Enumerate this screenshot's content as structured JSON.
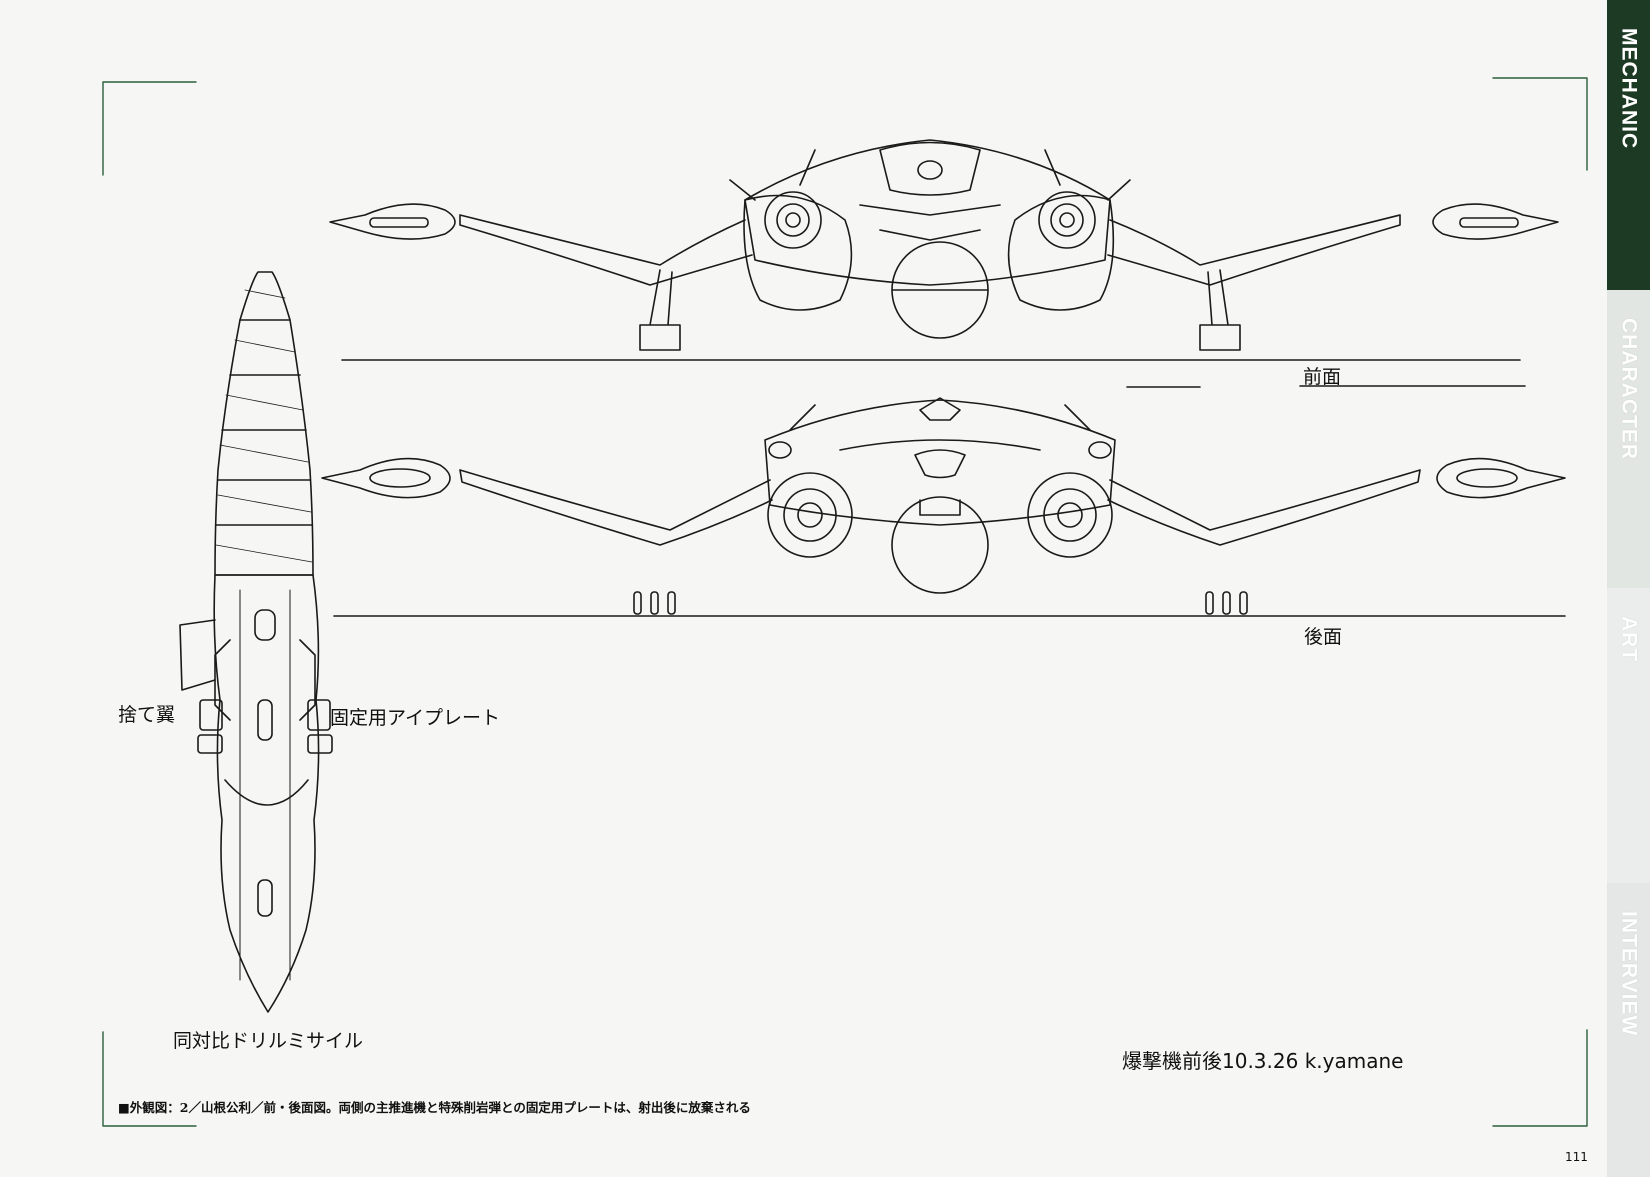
{
  "labels": {
    "front_view": "前面",
    "rear_view": "後面",
    "discard_wing": "捨て翼",
    "fixing_eye_plate": "固定用アイプレート",
    "drill_missile": "同対比ドリルミサイル"
  },
  "signature": "爆撃機前後10.3.26 k.yamane",
  "caption": "■外観図：2／山根公利／前・後面図。両側の主推進機と特殊削岩弾との固定用プレートは、射出後に放棄される",
  "page_number": "111",
  "side_tabs": [
    {
      "label": "MECHANIC",
      "active": true
    },
    {
      "label": "CHARACTER",
      "active": false
    },
    {
      "label": "ART",
      "active": false
    },
    {
      "label": "INTERVIEW",
      "active": false
    }
  ],
  "colors": {
    "tab_active": "#1d3a25",
    "tab_inactive": "#e2e6e3",
    "corner_marks": "#2c5e3c",
    "paper": "#f6f6f4",
    "line": "#1a1a1a"
  },
  "icons": [
    "crop-corner-marks",
    "bomber-front-view-drawing",
    "bomber-rear-view-drawing",
    "drill-missile-top-view-drawing"
  ]
}
